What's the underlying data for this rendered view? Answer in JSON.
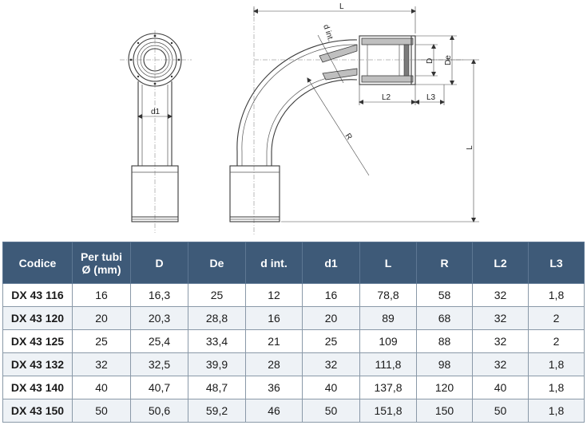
{
  "drawing": {
    "labels": {
      "L_top": "L",
      "d_int": "d int.",
      "D": "D",
      "De": "De",
      "L2": "L2",
      "L3": "L3",
      "R": "R",
      "L_side": "L",
      "d1": "d1"
    }
  },
  "table": {
    "headers": [
      {
        "line1": "Codice",
        "line2": ""
      },
      {
        "line1": "Per tubi",
        "line2": "Ø (mm)"
      },
      {
        "line1": "D",
        "line2": ""
      },
      {
        "line1": "De",
        "line2": ""
      },
      {
        "line1": "d int.",
        "line2": ""
      },
      {
        "line1": "d1",
        "line2": ""
      },
      {
        "line1": "L",
        "line2": ""
      },
      {
        "line1": "R",
        "line2": ""
      },
      {
        "line1": "L2",
        "line2": ""
      },
      {
        "line1": "L3",
        "line2": ""
      }
    ],
    "rows": [
      [
        "DX 43 116",
        "16",
        "16,3",
        "25",
        "12",
        "16",
        "78,8",
        "58",
        "32",
        "1,8"
      ],
      [
        "DX 43 120",
        "20",
        "20,3",
        "28,8",
        "16",
        "20",
        "89",
        "68",
        "32",
        "2"
      ],
      [
        "DX 43 125",
        "25",
        "25,4",
        "33,4",
        "21",
        "25",
        "109",
        "88",
        "32",
        "2"
      ],
      [
        "DX 43 132",
        "32",
        "32,5",
        "39,9",
        "28",
        "32",
        "111,8",
        "98",
        "32",
        "1,8"
      ],
      [
        "DX 43 140",
        "40",
        "40,7",
        "48,7",
        "36",
        "40",
        "137,8",
        "120",
        "40",
        "1,8"
      ],
      [
        "DX 43 150",
        "50",
        "50,6",
        "59,2",
        "46",
        "50",
        "151,8",
        "150",
        "50",
        "1,8"
      ]
    ]
  },
  "colors": {
    "header_bg": "#3e5a78",
    "header_text": "#ffffff",
    "row_alt_bg": "#eef2f6"
  }
}
